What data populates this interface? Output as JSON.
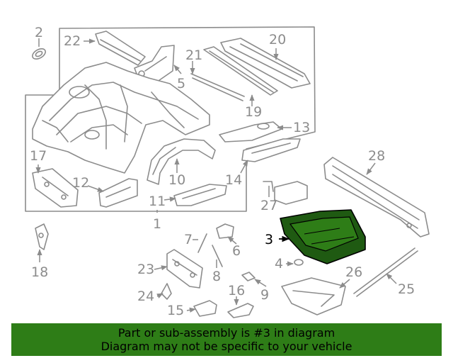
{
  "diagram": {
    "callouts": [
      "1",
      "2",
      "3",
      "4",
      "5",
      "6",
      "7",
      "8",
      "9",
      "10",
      "11",
      "12",
      "13",
      "14",
      "15",
      "16",
      "17",
      "18",
      "19",
      "20",
      "21",
      "22",
      "23",
      "24",
      "25",
      "26",
      "27",
      "28"
    ],
    "highlighted_part": "3",
    "highlight_color": "#1f5a12"
  },
  "banner": {
    "line1": "Part or sub-assembly is #3 in diagram",
    "line2": "Diagram may not be specific to your vehicle",
    "background": "#2e7d17"
  }
}
